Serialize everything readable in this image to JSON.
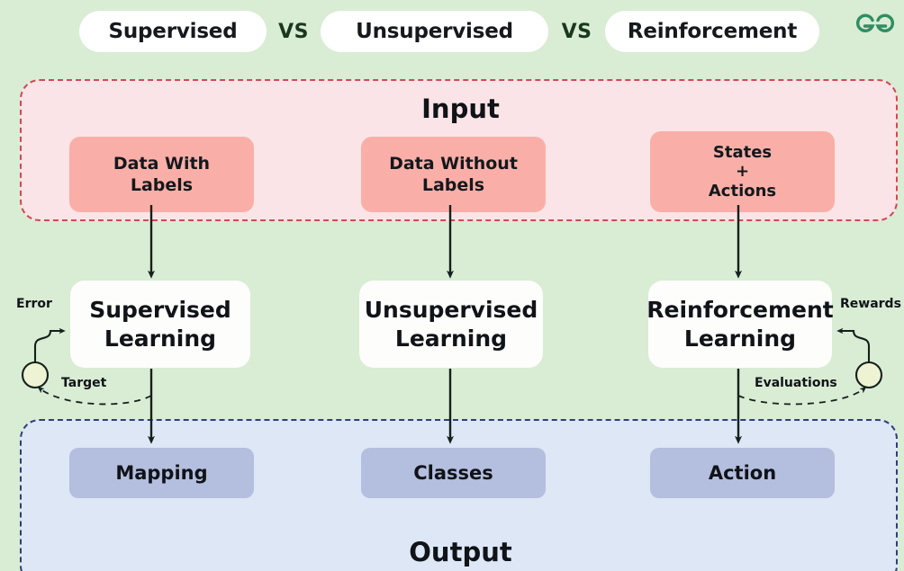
{
  "header": {
    "pills": [
      {
        "label": "Supervised"
      },
      {
        "label": "Unsupervised"
      },
      {
        "label": "Reinforcement"
      }
    ],
    "separators": [
      {
        "label": "VS"
      },
      {
        "label": "VS"
      }
    ],
    "logo": "geeksforgeeks-logo"
  },
  "input_section": {
    "title": "Input",
    "boxes": [
      {
        "label": "Data With\nLabels",
        "line1": "Data With",
        "line2": "Labels"
      },
      {
        "label": "Data Without\nLabels",
        "line1": "Data Without",
        "line2": "Labels"
      },
      {
        "label": "States\n+\nActions",
        "line1": "States",
        "line2": "+",
        "line3": "Actions"
      }
    ],
    "background": "#fbe4e7",
    "border_color": "#cf4a52",
    "box_color": "#f9afa8"
  },
  "middle_section": {
    "boxes": [
      {
        "line1": "Supervised",
        "line2": "Learning"
      },
      {
        "line1": "Unsupervised",
        "line2": "Learning"
      },
      {
        "line1": "Reinforcement",
        "line2": "Learning"
      }
    ],
    "box_color": "#fdfdfb"
  },
  "output_section": {
    "title": "Output",
    "boxes": [
      {
        "label": "Mapping"
      },
      {
        "label": "Classes"
      },
      {
        "label": "Action"
      }
    ],
    "background": "#dde7f5",
    "border_color": "#2e3f79",
    "box_color": "#b4bede"
  },
  "feedback": {
    "left": {
      "top_label": "Error",
      "bottom_label": "Target"
    },
    "right": {
      "top_label": "Rewards",
      "bottom_label": "Evaluations"
    },
    "node_color": "#eef3d4"
  },
  "canvas": {
    "background": "#d9ecd4",
    "accent_green": "#1f8a5f"
  }
}
